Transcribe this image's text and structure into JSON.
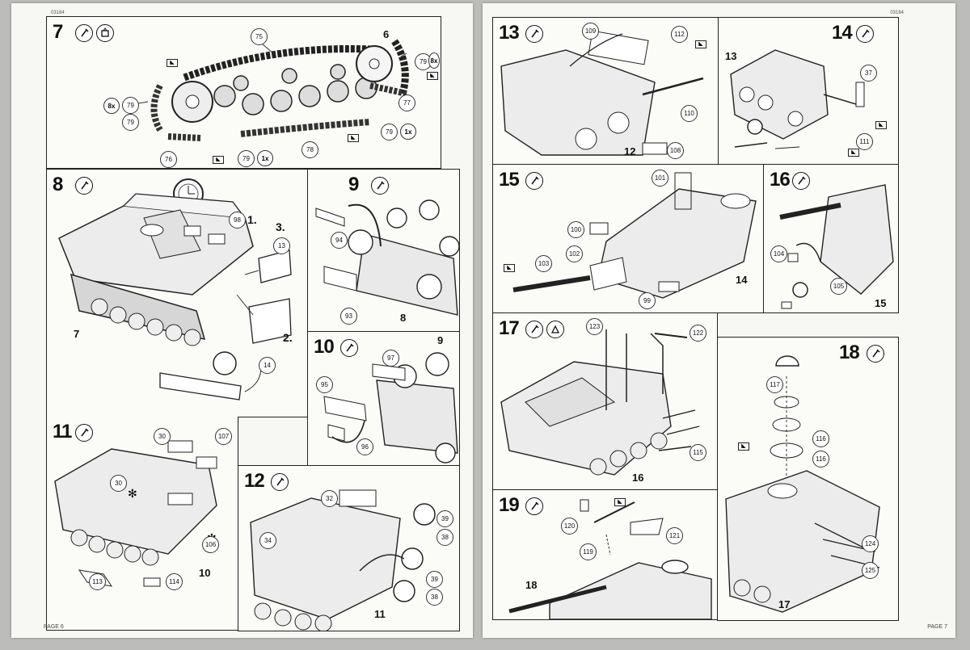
{
  "left_page": {
    "code": "03184",
    "page_label": "PAGE 6",
    "steps": [
      {
        "number": "7",
        "parts": [
          "75",
          "79",
          "79",
          "76",
          "79",
          "78",
          "79",
          "77",
          "79"
        ],
        "labels": [
          "6"
        ],
        "quantities": [
          "8x",
          "8x",
          "1x",
          "1x"
        ]
      },
      {
        "number": "8",
        "parts": [
          "98",
          "13",
          "14"
        ],
        "labels": [
          "7"
        ],
        "substeps": [
          "1.",
          "2.",
          "3."
        ]
      },
      {
        "number": "9",
        "parts": [
          "94",
          "93"
        ],
        "labels": [
          "8"
        ]
      },
      {
        "number": "10",
        "parts": [
          "97",
          "95",
          "96"
        ],
        "labels": [
          "9"
        ]
      },
      {
        "number": "11",
        "parts": [
          "30",
          "107",
          "30",
          "106",
          "113",
          "114"
        ],
        "labels": [
          "10"
        ]
      },
      {
        "number": "12",
        "parts": [
          "32",
          "34",
          "39",
          "38",
          "39",
          "38"
        ],
        "labels": [
          "11"
        ]
      }
    ]
  },
  "right_page": {
    "code": "03184",
    "page_label": "PAGE 7",
    "steps": [
      {
        "number": "13",
        "parts": [
          "109",
          "112",
          "110",
          "108"
        ],
        "labels": [
          "12"
        ]
      },
      {
        "number": "14",
        "parts": [
          "37",
          "111"
        ],
        "labels": [
          "13"
        ]
      },
      {
        "number": "15",
        "parts": [
          "101",
          "100",
          "103",
          "102",
          "99"
        ],
        "labels": [
          "14"
        ]
      },
      {
        "number": "16",
        "parts": [
          "104",
          "105"
        ],
        "labels": [
          "15"
        ]
      },
      {
        "number": "17",
        "parts": [
          "123",
          "122",
          "115"
        ],
        "labels": [
          "16"
        ]
      },
      {
        "number": "18",
        "parts": [
          "117",
          "116",
          "116",
          "124",
          "125"
        ],
        "labels": [
          "17"
        ]
      },
      {
        "number": "19",
        "parts": [
          "120",
          "119",
          "121"
        ],
        "labels": [
          "18"
        ]
      }
    ]
  },
  "icons": [
    "glue-icon",
    "paint-icon",
    "decal-flag-icon",
    "star-icon"
  ]
}
